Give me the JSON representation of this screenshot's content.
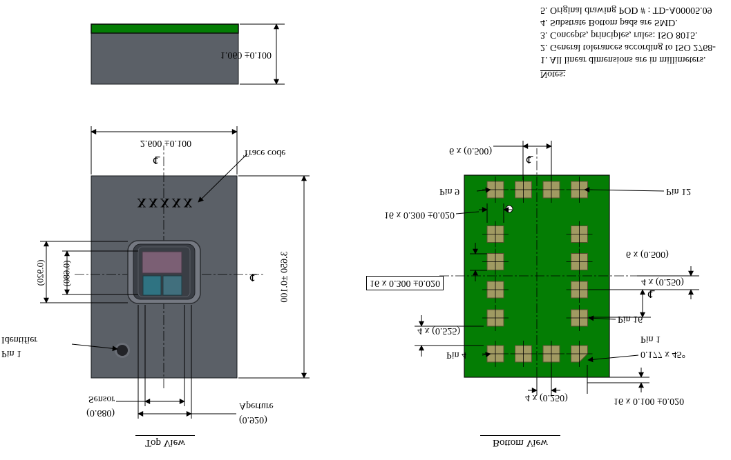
{
  "side_view": {
    "thickness_dim": "1.060 ±0.100"
  },
  "top_view": {
    "title": "Top View",
    "width_dim": "2.600 ±0.100",
    "height_dim": "3.650 ±0.100",
    "trace_code_label": "Trace code",
    "trace_code_text": "XXXXX",
    "pin1_label_line1": "Pin 1",
    "pin1_label_line2": "Identifier",
    "aperture_value": "(0.920)",
    "aperture_name": "Aperture",
    "sensor_value": "(0.680)",
    "sensor_name": "Sensor",
    "aperture_side_value": "(0.920)",
    "sensor_side_value": "(0.680)",
    "centerline_symbol": "℄"
  },
  "bottom_view": {
    "title": "Bottom View",
    "pitch_bottom": "6 x (0.500)",
    "pitch_right": "6 x (0.500)",
    "pad_width_dim": "16 x 0.300 ±0.020",
    "pad_height_dim": "16 x 0.300 ±0.020",
    "edge_dim": "16 x 0.100 ±0.020",
    "cl_offset_top": "4 x (0.250)",
    "cl_offset_right": "4 x (0.250)",
    "corner_gap_dim": "4 x (0.525)",
    "chamfer_dim": "0.177 x 45°",
    "centerline_symbol": "℄",
    "pins": {
      "pin1": "Pin 1",
      "pin4": "Pin 4",
      "pin9": "Pin 9",
      "pin12": "Pin 12",
      "pin16": "Pin 16"
    }
  },
  "notes": {
    "title": "Notes:",
    "items": [
      "1.  All linear dimensions are in millimeters.",
      "2.  General tolerances according to ISO 2768-",
      "3.  Concepts, principles, rules: ISO 8015.",
      "4.  Substrate Bottom pads are SMD.",
      "5.  Original drawing POD # : TD-A00005.09"
    ]
  },
  "colors": {
    "body_gray": "#5b6067",
    "pcb_green": "#047d04",
    "substrate_green": "#047d04",
    "pad_khaki": "#a09a62",
    "pad_border": "#55512e",
    "die_purple": "#7b5f74",
    "die_teal_left": "#2f7382",
    "die_teal_right": "#416f7d",
    "module_dark": "#3a3e45",
    "module_ring": "#757982",
    "line_black": "#000000"
  }
}
